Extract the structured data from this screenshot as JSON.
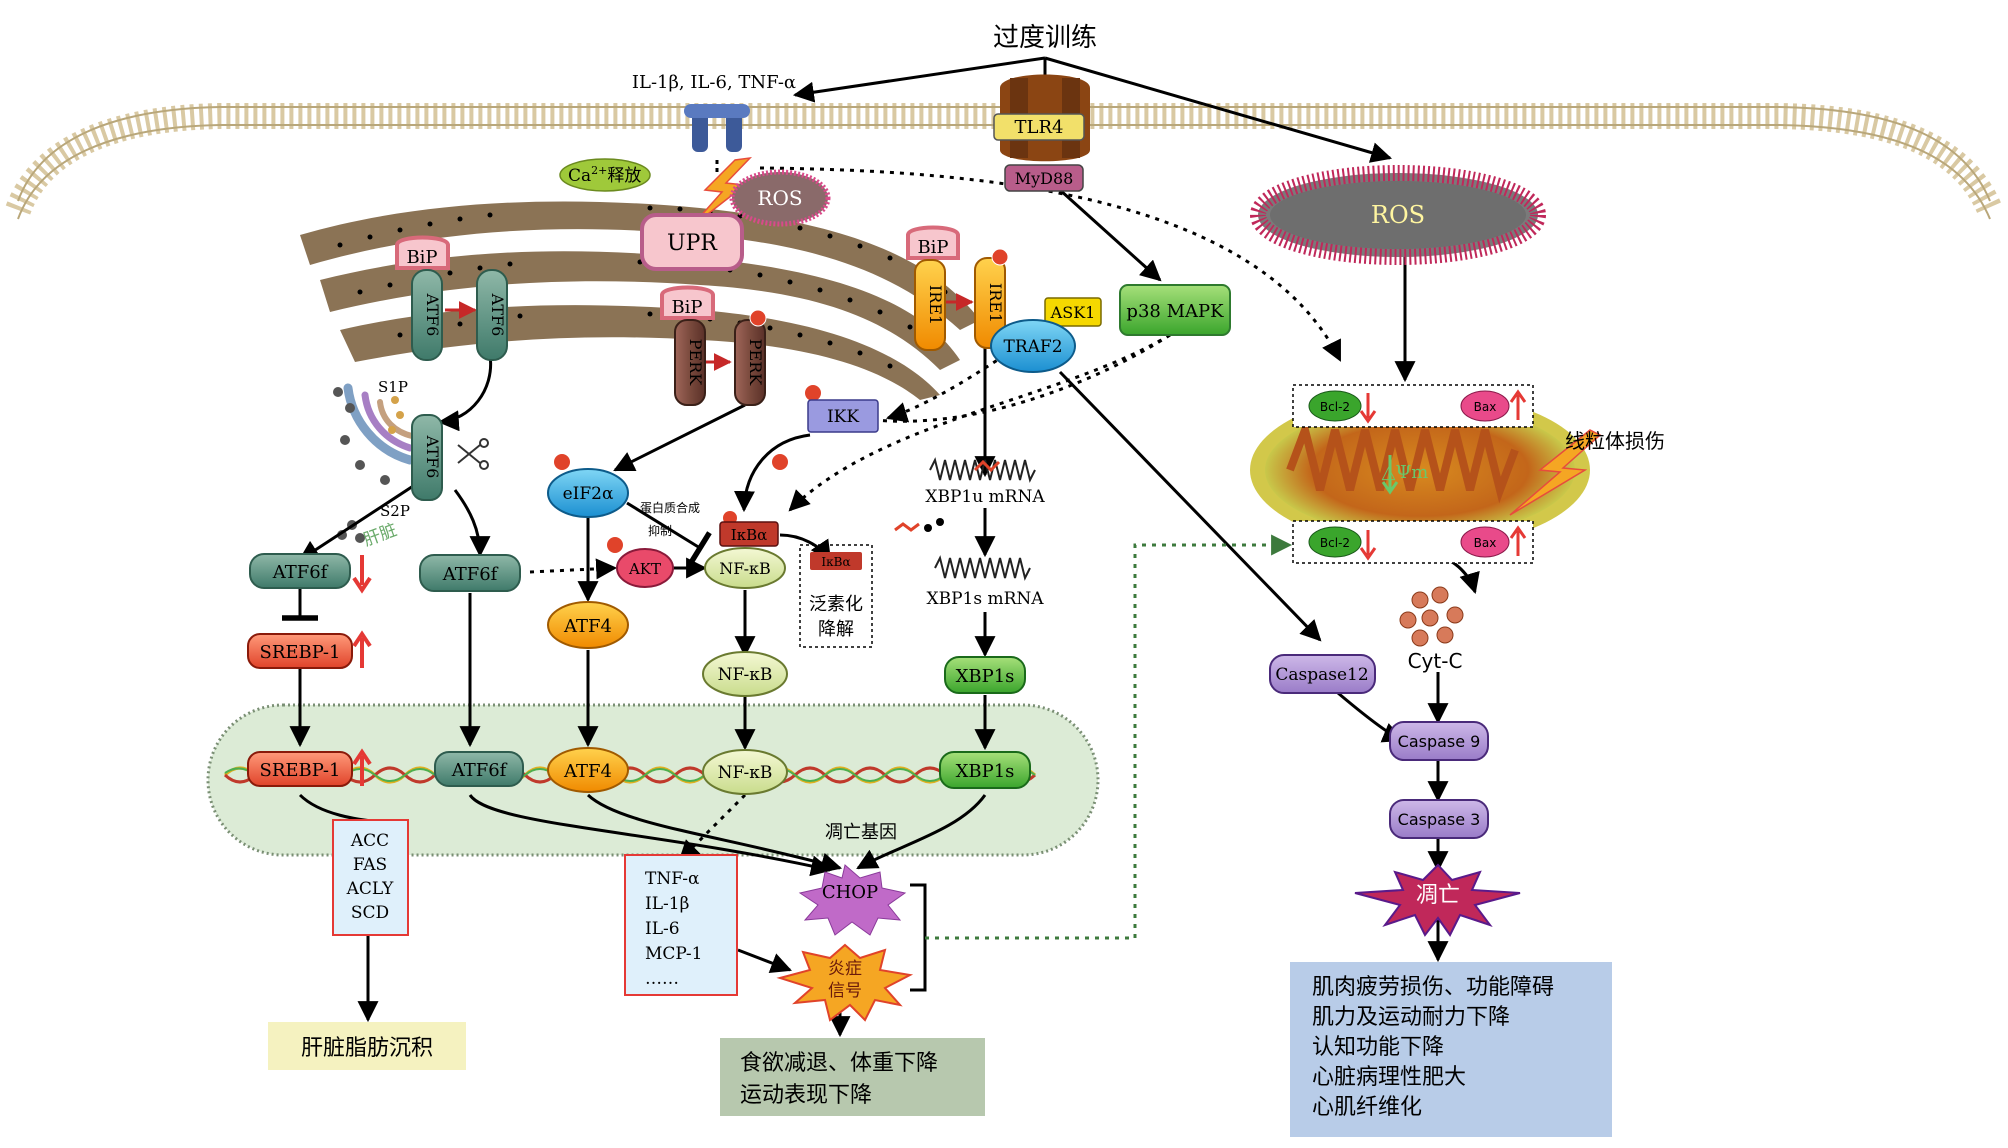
{
  "diagram": {
    "trigger": "过度训练",
    "cytokines_in": "IL-1β, IL-6, TNF-α",
    "tlr4": "TLR4",
    "myd88": "MyD88",
    "ca_release_prefix": "Ca",
    "ca_release_sup": "2+",
    "ca_release_suffix": "释放",
    "ros_small": "ROS",
    "ros_large": "ROS",
    "upr": "UPR",
    "bip": "BiP",
    "atf6": "ATF6",
    "perk": "PERK",
    "ire1": "IRE1",
    "ask1": "ASK1",
    "traf2": "TRAF2",
    "p38": "p38 MAPK",
    "s1p": "S1P",
    "s2p": "S2P",
    "liver_small": "肝脏",
    "ikk": "IKK",
    "eif2a": "eIF2α",
    "protein_inhibit_line1": "蛋白质合成",
    "protein_inhibit_line2": "抑制",
    "akt": "AKT",
    "ikba": "IκBα",
    "nfkb": "NF-κB",
    "ubiq_line1": "泛素化",
    "ubiq_line2": "降解",
    "xbp1u": "XBP1u mRNA",
    "xbp1s_mrna": "XBP1s mRNA",
    "xbp1s": "XBP1s",
    "atf6f": "ATF6f",
    "srebp1": "SREBP-1",
    "atf4": "ATF4",
    "apoptosis_genes": "凋亡基因",
    "chop": "CHOP",
    "lipid_genes": [
      "ACC",
      "FAS",
      "ACLY",
      "SCD"
    ],
    "inflammatory_factors": [
      "TNF-α",
      "IL-1β",
      "IL-6",
      "MCP-1",
      "……"
    ],
    "inflammation_signal_line1": "炎症",
    "inflammation_signal_line2": "信号",
    "liver_fat": "肝脏脂肪沉积",
    "outcome_appetite": [
      "食欲减退、体重下降",
      "运动表现下降"
    ],
    "mito_damage": "线粒体损伤",
    "bcl2": "Bcl-2",
    "bax": "Bax",
    "delta_psi": "△Ψm",
    "cytc": "Cyt-C",
    "casp12": "Caspase12",
    "casp9": "Caspase 9",
    "casp3": "Caspase 3",
    "apoptosis": "凋亡",
    "outcome_muscle": [
      "肌肉疲劳损伤、功能障碍",
      "肌力及运动耐力下降",
      "认知功能下降",
      "心脏病理性肥大",
      "心肌纤维化"
    ],
    "colors": {
      "membrane": "#d9c9a3",
      "nucleus": "#dcebd6",
      "er": "#8b7355",
      "up_arrow": "#e53935",
      "green_dotted": "#3d7a3d"
    }
  }
}
